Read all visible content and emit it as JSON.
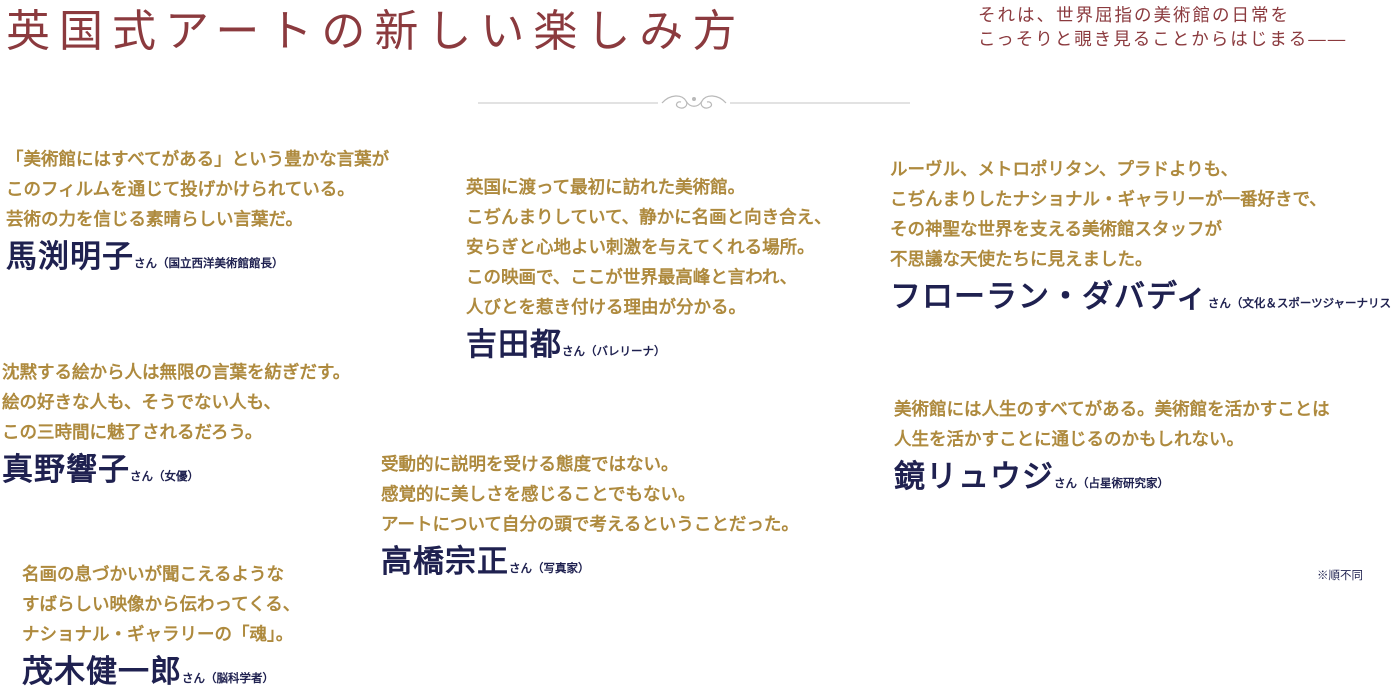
{
  "header": {
    "title": "英国式アートの新しい楽しみ方",
    "subtitle_lines": [
      "それは、世界屈指の美術館の日常を",
      "こっそりと覗き見ることからはじまる――"
    ]
  },
  "quotes": [
    {
      "lines": [
        "「美術館にはすべてがある」という豊かな言葉が",
        "このフィルムを通じて投げかけられている。",
        "芸術の力を信じる素晴らしい言葉だ。"
      ],
      "name": "馬渕明子",
      "role": "さん（国立西洋美術館館長）"
    },
    {
      "lines": [
        "英国に渡って最初に訪れた美術館。",
        "こぢんまりしていて、静かに名画と向き合え、",
        "安らぎと心地よい刺激を与えてくれる場所。",
        "この映画で、ここが世界最高峰と言われ、",
        "人びとを惹き付ける理由が分かる。"
      ],
      "name": "吉田都",
      "role": "さん（バレリーナ）"
    },
    {
      "lines": [
        "ルーヴル、メトロポリタン、プラドよりも、",
        "こぢんまりしたナショナル・ギャラリーが一番好きで、",
        "その神聖な世界を支える美術館スタッフが",
        "不思議な天使たちに見えました。"
      ],
      "name": "フローラン・ダバディ",
      "role": "さん（文化＆スポーツジャーナリスト）"
    },
    {
      "lines": [
        "沈黙する絵から人は無限の言葉を紡ぎだす。",
        "絵の好きな人も、そうでない人も、",
        "この三時間に魅了されるだろう。"
      ],
      "name": "真野響子",
      "role": "さん（女優）"
    },
    {
      "lines": [
        "美術館には人生のすべてがある。美術館を活かすことは",
        "人生を活かすことに通じるのかもしれない。"
      ],
      "name": "鏡リュウジ",
      "role": "さん（占星術研究家）"
    },
    {
      "lines": [
        "受動的に説明を受ける態度ではない。",
        "感覚的に美しさを感じることでもない。",
        "アートについて自分の頭で考えるということだった。"
      ],
      "name": "高橋宗正",
      "role": "さん（写真家）"
    },
    {
      "lines": [
        "名画の息づかいが聞こえるような",
        "すばらしい映像から伝わってくる、",
        "ナショナル・ギャラリーの「魂」。"
      ],
      "name": "茂木健一郎",
      "role": "さん（脳科学者）"
    }
  ],
  "note": "※順不同",
  "colors": {
    "title": "#8b3a3e",
    "quote_text": "#ae8a3e",
    "name": "#1f2150",
    "ornament": "#b9b9b9"
  }
}
